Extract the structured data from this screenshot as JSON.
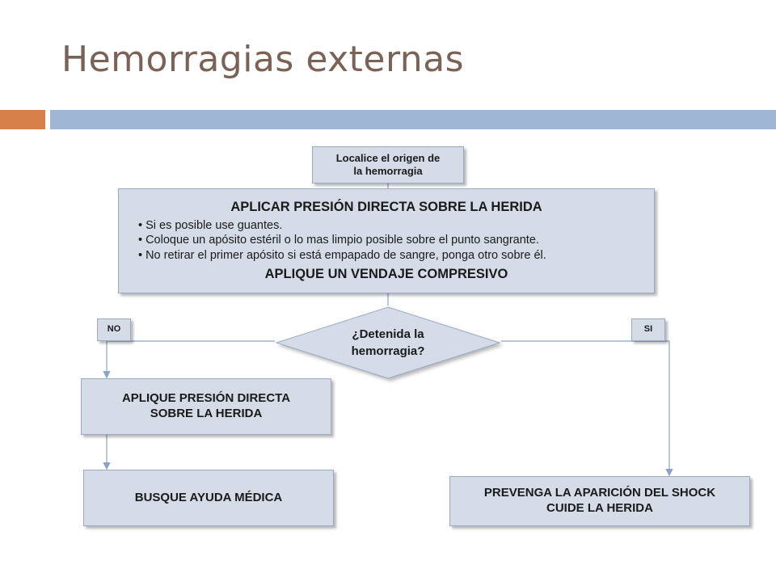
{
  "slide": {
    "title": "Hemorragias externas"
  },
  "flowchart": {
    "origin": {
      "line1": "Localice el origen de",
      "line2": "la hemorragia"
    },
    "direct_pressure": {
      "title": "APLICAR PRESIÓN DIRECTA SOBRE LA HERIDA",
      "bullets": [
        "Si es posible use guantes.",
        "Coloque un apósito estéril o lo mas limpio posible sobre el punto sangrante.",
        "No retirar el primer apósito si está empapado de sangre, ponga otro sobre él."
      ],
      "footer": "APLIQUE UN VENDAJE COMPRESIVO"
    },
    "decision": {
      "line1": "¿Detenida la",
      "line2": "hemorragia?"
    },
    "branch_no": "NO",
    "branch_si": "SI",
    "no_action": {
      "line1": "APLIQUE PRESIÓN DIRECTA",
      "line2": "SOBRE LA HERIDA"
    },
    "seek_help": "BUSQUE AYUDA MÉDICA",
    "si_action": {
      "line1": "PREVENGA LA APARICIÓN DEL SHOCK",
      "line2": "CUIDE LA HERIDA"
    }
  },
  "colors": {
    "title": "#7a6256",
    "accent_orange": "#d8804a",
    "accent_blue": "#9fb7d4",
    "box_fill": "#d5dce8",
    "box_border": "#9aaac6",
    "connector": "#8aa3c8"
  }
}
